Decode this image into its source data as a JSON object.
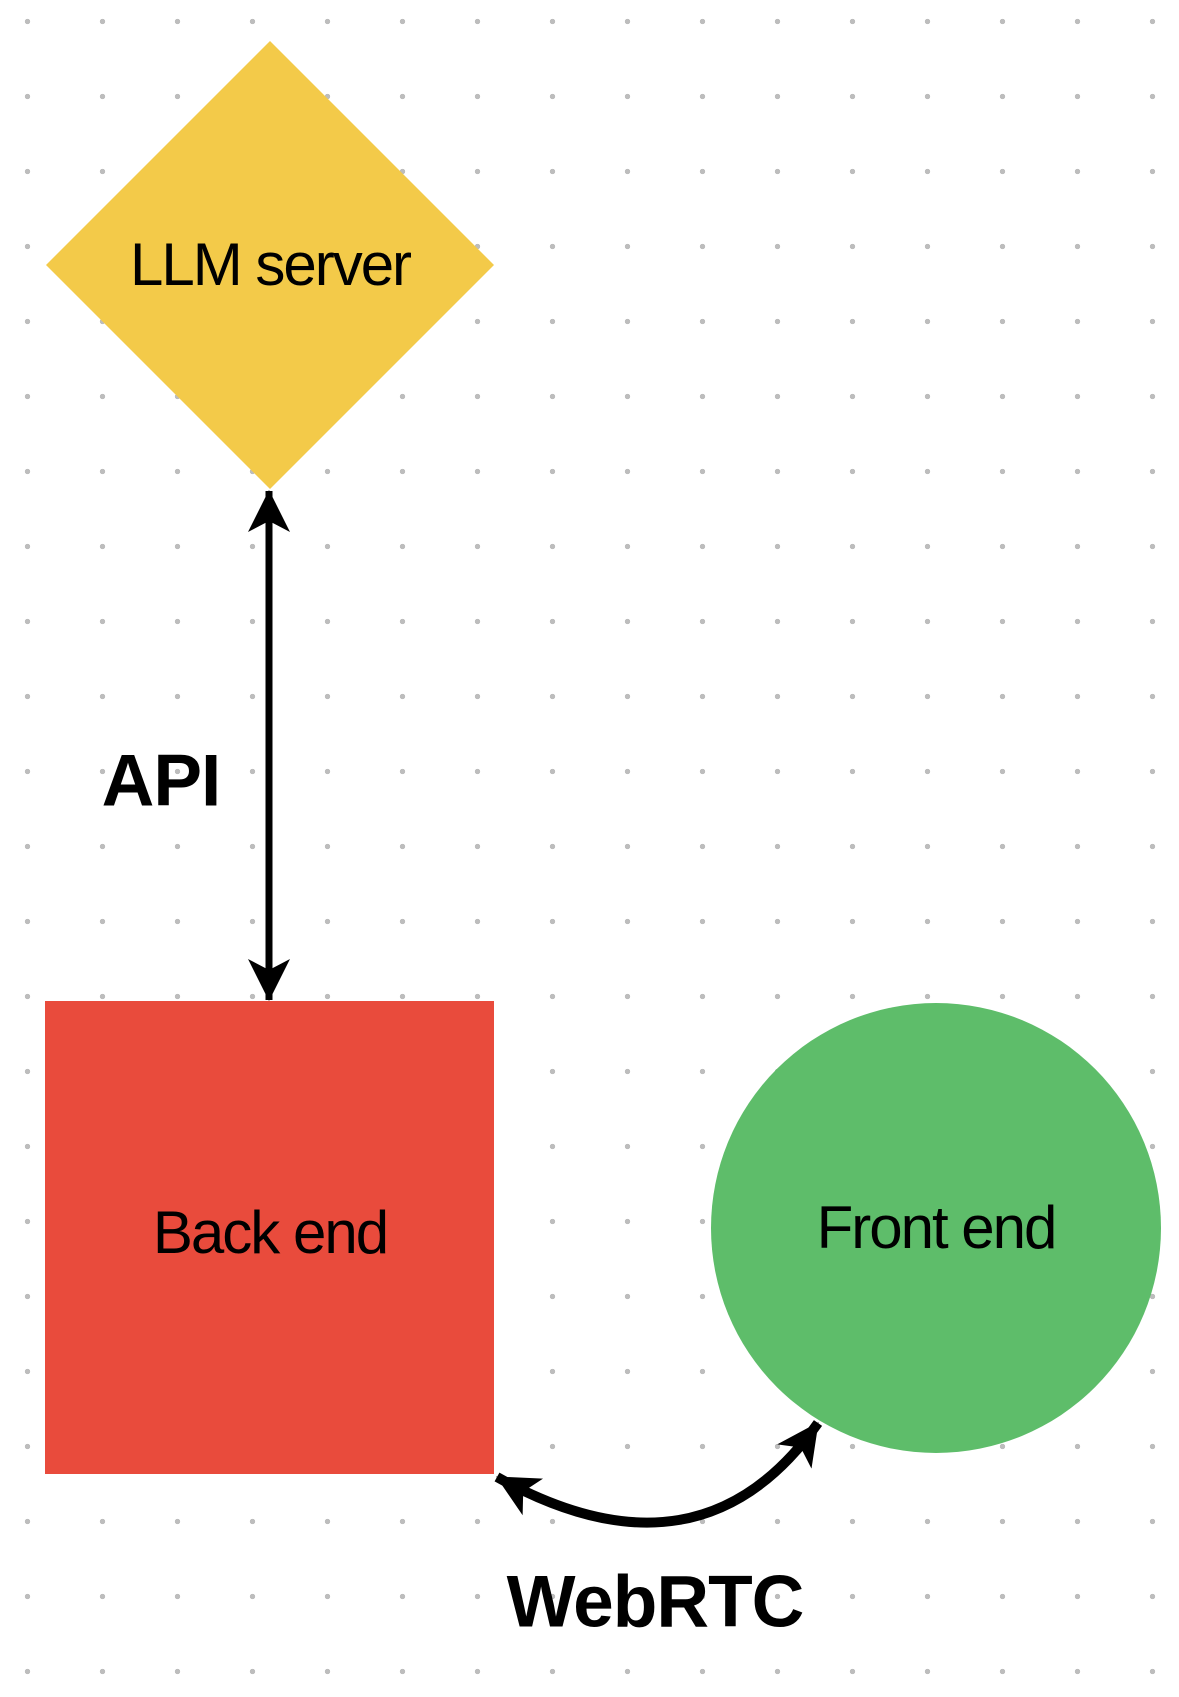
{
  "diagram": {
    "background_color": "#FFFFFF",
    "grid_dot_color": "#BDBDBD",
    "nodes": [
      {
        "id": "llm-server",
        "shape": "diamond",
        "label": "LLM server",
        "fill": "#F3CA49",
        "text_color": "#000000"
      },
      {
        "id": "back-end",
        "shape": "rectangle",
        "label": "Back end",
        "fill": "#E94B3C",
        "text_color": "#000000"
      },
      {
        "id": "front-end",
        "shape": "circle",
        "label": "Front end",
        "fill": "#5EBD6A",
        "text_color": "#000000"
      }
    ],
    "connectors": [
      {
        "id": "api",
        "label": "API",
        "style": "straight-double-arrow",
        "from": "llm-server",
        "to": "back-end",
        "color": "#000000"
      },
      {
        "id": "webrtc",
        "label": "WebRTC",
        "style": "curved-double-arrow",
        "from": "back-end",
        "to": "front-end",
        "color": "#000000"
      }
    ]
  }
}
